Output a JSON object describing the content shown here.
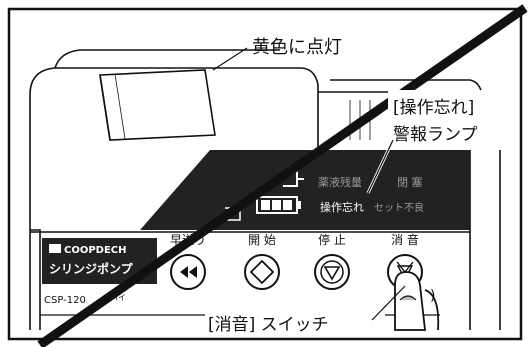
{
  "callouts": {
    "lamp_yellow": "黄色に点灯",
    "alarm_line1": "[操作忘れ]",
    "alarm_line2": "警報ランプ",
    "mute_switch": "[消音] スイッチ"
  },
  "panel": {
    "indicators": [
      "薬液残量",
      "閉 塞",
      "操作忘れ",
      "セット不良"
    ],
    "buttons": [
      {
        "label": "早送り",
        "icon": "fast-forward-icon"
      },
      {
        "label": "開 始",
        "icon": "start-diamond-icon"
      },
      {
        "label": "停 止",
        "icon": "stop-triangle-icon"
      },
      {
        "label": "消 音",
        "icon": "mute-bell-icon"
      }
    ]
  },
  "device": {
    "brand": "COOPDECH",
    "product": "シリンジポンプ",
    "model": "CSP-120",
    "model_suffix": "バイ"
  },
  "colors": {
    "line": "#111111",
    "panel": "#222222",
    "screen_bg": "#ffffff",
    "outline_fill": "#ffffff",
    "indicator_dim": "#9a9a9a"
  }
}
